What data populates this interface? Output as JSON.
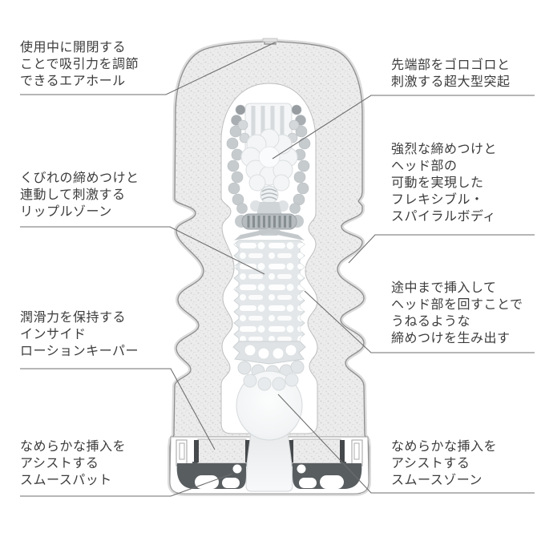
{
  "diagram": {
    "kind": "annotated product cross-section",
    "colors": {
      "background": "#ffffff",
      "text": "#3c3c3c",
      "leader_line": "#6e6e6e",
      "body_fill": "#ececec",
      "outline": "#8d8d8d",
      "dark_detail": "#585d60"
    },
    "labels": [
      {
        "id": "air-hole",
        "side": "top-left",
        "lines": [
          "使用中に開閉する",
          "ことで吸引力を調節",
          "できるエアホール"
        ]
      },
      {
        "id": "large-bumps",
        "side": "top-right",
        "lines": [
          "先端部をゴロゴロと",
          "刺激する超大型突起"
        ]
      },
      {
        "id": "ripple-zone",
        "side": "left",
        "lines": [
          "くびれの締めつけと",
          "連動して刺激する",
          "リップルゾーン"
        ]
      },
      {
        "id": "flexible-spiral-body",
        "side": "right",
        "lines": [
          "強烈な締めつけと",
          "ヘッド部の",
          "可動を実現した",
          "フレキシブル・",
          "スパイラルボディ"
        ]
      },
      {
        "id": "twist-squeeze",
        "side": "right",
        "lines": [
          "途中まで挿入して",
          "ヘッド部を回すことで",
          "うねるような",
          "締めつけを生み出す"
        ]
      },
      {
        "id": "lotion-keeper",
        "side": "left",
        "lines": [
          "潤滑力を保持する",
          "インサイド",
          "ローションキーパー"
        ]
      },
      {
        "id": "smooth-pat",
        "side": "bottom-left",
        "lines": [
          "なめらかな挿入を",
          "アシストする",
          "スムースパット"
        ]
      },
      {
        "id": "smooth-zone",
        "side": "bottom-right",
        "lines": [
          "なめらかな挿入を",
          "アシストする",
          "スムースゾーン"
        ]
      }
    ]
  }
}
